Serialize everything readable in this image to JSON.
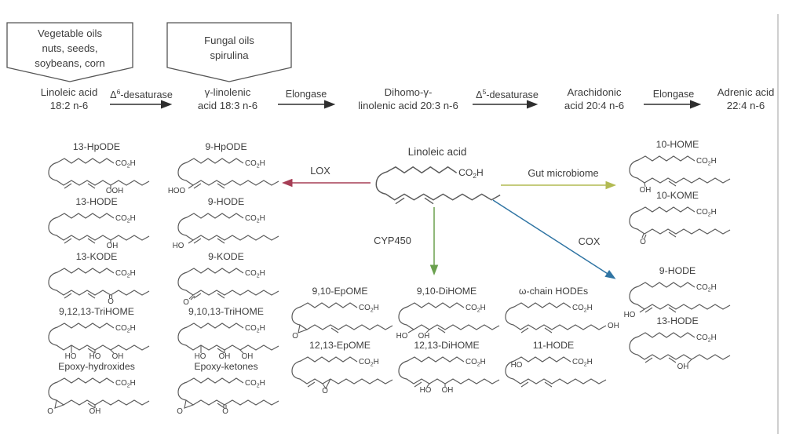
{
  "colors": {
    "text": "#3d3d3d",
    "structure_line": "#5a5a5a",
    "box_border": "#555555",
    "black_arrow": "#2e2e2e",
    "lox_arrow": "#a63e55",
    "gut_arrow": "#b2ba52",
    "cyp450_arrow": "#6aa04e",
    "cox_arrow": "#2f74a3",
    "page_edge": "#cfcfcf"
  },
  "source_boxes": [
    {
      "lines": [
        "Vegetable oils",
        "nuts, seeds,",
        "soybeans, corn"
      ]
    },
    {
      "lines": [
        "Fungal oils",
        "spirulina"
      ]
    }
  ],
  "pathway": {
    "compounds": [
      {
        "line1": "Linoleic acid",
        "line2": "18:2 n-6"
      },
      {
        "line1": "γ-linolenic",
        "line2": "acid 18:3 n-6"
      },
      {
        "line1": "Dihomo-γ-",
        "line2": "linolenic acid 20:3 n-6"
      },
      {
        "line1": "Arachidonic",
        "line2": "acid 20:4 n-6"
      },
      {
        "line1": "Adrenic acid",
        "line2": "22:4 n-6"
      }
    ],
    "enzymes": [
      {
        "pre": "Δ",
        "sup": "6",
        "post": "-desaturase"
      },
      {
        "label": "Elongase"
      },
      {
        "pre": "Δ",
        "sup": "5",
        "post": "-desaturase"
      },
      {
        "label": "Elongase"
      }
    ]
  },
  "center": {
    "title": "Linoleic acid"
  },
  "branch_labels": {
    "lox": "LOX",
    "gut": "Gut microbiome",
    "cyp450": "CYP450",
    "cox": "COX"
  },
  "formula": {
    "pre": "CO",
    "sub": "2",
    "post": "H"
  },
  "molecules": {
    "hpode13": {
      "name": "13-HpODE",
      "sub1": "OOH"
    },
    "hpode9": {
      "name": "9-HpODE",
      "sub1": "HOO"
    },
    "hode13": {
      "name": "13-HODE",
      "sub1": "OH"
    },
    "hode9": {
      "name": "9-HODE",
      "sub1": "HO"
    },
    "kode13": {
      "name": "13-KODE",
      "sub1": "O"
    },
    "kode9": {
      "name": "9-KODE",
      "sub1": "O"
    },
    "trihome91213": {
      "name": "9,12,13-TriHOME",
      "sub1": "HO",
      "sub2": "HO",
      "sub3": "OH"
    },
    "trihome91013": {
      "name": "9,10,13-TriHOME",
      "sub1": "HO",
      "sub2": "OH",
      "sub3": "OH"
    },
    "epoxyhydroxides": {
      "name": "Epoxy-hydroxides",
      "sub1": "O",
      "sub2": "OH"
    },
    "epoxyketones": {
      "name": "Epoxy-ketones",
      "sub1": "O",
      "sub2": "O"
    },
    "epome910": {
      "name": "9,10-EpOME",
      "sub1": "O"
    },
    "dihome910": {
      "name": "9,10-DiHOME",
      "sub1": "HO",
      "sub2": "OH"
    },
    "epome1213": {
      "name": "12,13-EpOME",
      "sub1": "O"
    },
    "dihome1213": {
      "name": "12,13-DiHOME",
      "sub1": "HO",
      "sub2": "OH"
    },
    "omegahodes": {
      "name": "ω-chain HODEs",
      "sub1": "OH"
    },
    "hode11": {
      "name": "11-HODE",
      "sub1": "HO"
    },
    "home10": {
      "name": "10-HOME",
      "sub1": "OH"
    },
    "kome10": {
      "name": "10-KOME",
      "sub1": "O"
    },
    "hode9cox": {
      "name": "9-HODE",
      "sub1": "HO"
    },
    "hode13cox": {
      "name": "13-HODE",
      "sub1": "OH"
    }
  }
}
